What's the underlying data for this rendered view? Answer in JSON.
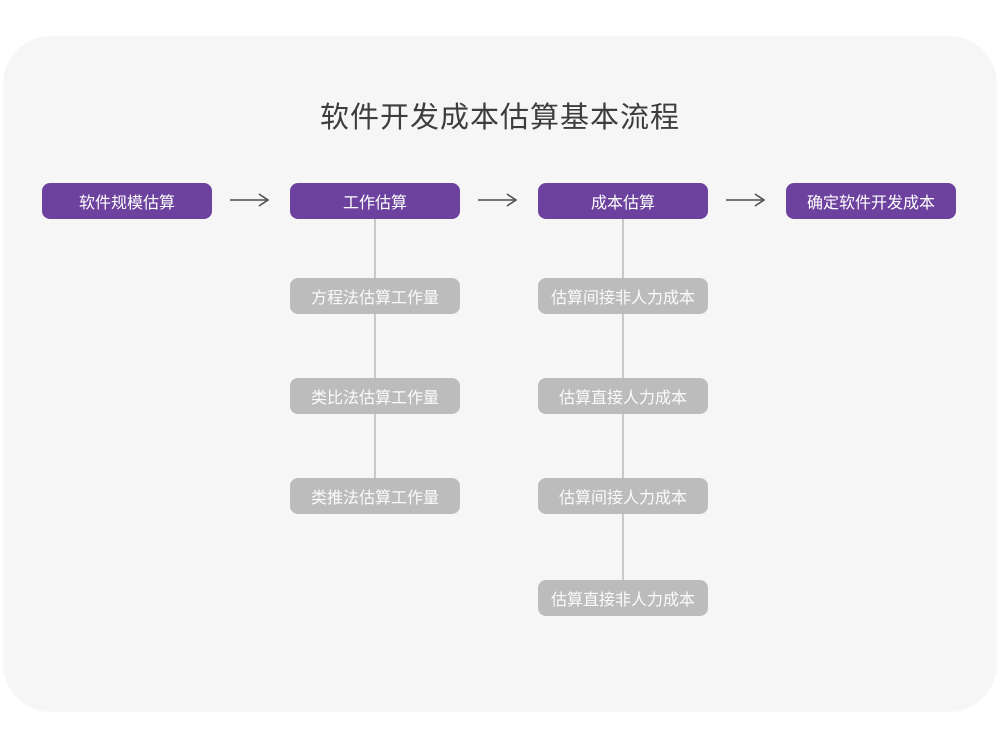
{
  "title": "软件开发成本估算基本流程",
  "colors": {
    "page_background": "#ffffff",
    "card_background": "#f6f6f7",
    "primary_purple": "#6d429e",
    "secondary_gray": "#bcbcbc",
    "connector_line": "#c9c9c9",
    "arrow": "#4d4d4d",
    "title_text": "#3d3d3d",
    "node_text": "#ffffff"
  },
  "flow": {
    "steps": [
      {
        "label": "软件规模估算",
        "children": []
      },
      {
        "label": "工作估算",
        "children": [
          "方程法估算工作量",
          "类比法估算工作量",
          "类推法估算工作量"
        ]
      },
      {
        "label": "成本估算",
        "children": [
          "估算间接非人力成本",
          "估算直接人力成本",
          "估算间接人力成本",
          "估算直接非人力成本"
        ]
      },
      {
        "label": "确定软件开发成本",
        "children": []
      }
    ],
    "arrow_icon": "right-arrow"
  }
}
